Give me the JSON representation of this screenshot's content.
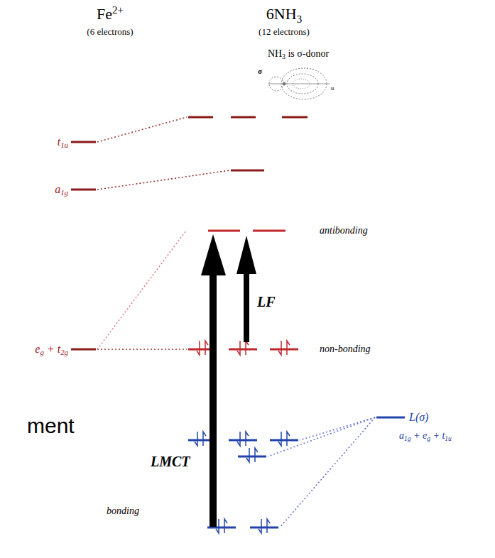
{
  "diagram": {
    "labels": [
      "Fe2+",
      "(6 electrons)",
      "6NH3",
      "(12 electrons)",
      "NH3 is σ-donor",
      "σ",
      "u",
      "t1u",
      "a1g",
      "antibonding",
      "LF",
      "eg + t2g",
      "non-bonding",
      "ment",
      "LMCT",
      "L(σ)",
      "a1g + eg + t1u",
      "bonding"
    ]
  }
}
